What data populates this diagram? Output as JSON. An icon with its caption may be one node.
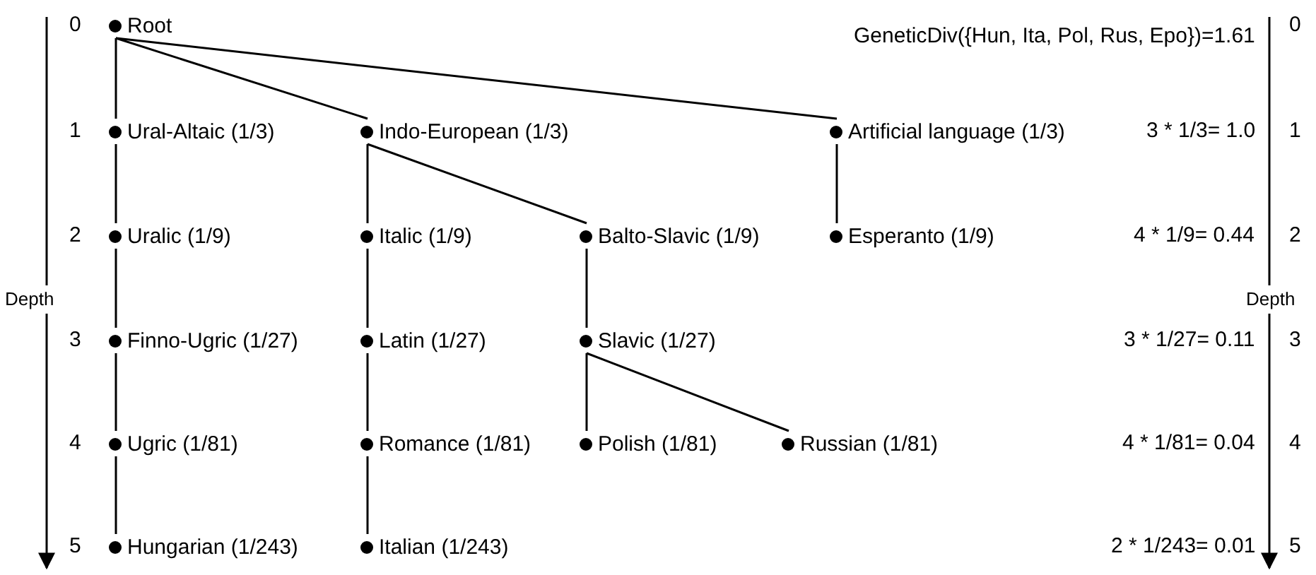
{
  "diagram": {
    "nodes": [
      {
        "text": [
          "Root"
        ]
      },
      {
        "text": [
          "Ural-Altaic (1/3)"
        ]
      },
      {
        "text": [
          "Indo-European (1/3)"
        ]
      },
      {
        "text": [
          "Artificial language (1/3)"
        ]
      },
      {
        "text": [
          "Uralic (1/9)"
        ]
      },
      {
        "text": [
          "Italic (1/9)"
        ]
      },
      {
        "text": [
          "Balto-Slavic (1/9)"
        ]
      },
      {
        "text": [
          "Esperanto (1/9)"
        ]
      },
      {
        "text": [
          "Finno-Ugric (1/27)"
        ]
      },
      {
        "text": [
          "Latin (1/27)"
        ]
      },
      {
        "text": [
          "Slavic (1/27)"
        ]
      },
      {
        "text": [
          "Ugric (1/81)"
        ]
      },
      {
        "text": [
          "Romance (1/81)"
        ]
      },
      {
        "text": [
          "Polish (1/81)"
        ]
      },
      {
        "text": [
          "Russian (1/81)"
        ]
      },
      {
        "text": [
          "Hungarian (1/243)"
        ]
      },
      {
        "text": [
          "Italian (1/243)"
        ]
      }
    ],
    "edges": [
      {
        "from": 0,
        "to": 1,
        "arrow": "none"
      },
      {
        "from": 0,
        "to": 2,
        "arrow": "none"
      },
      {
        "from": 0,
        "to": 3,
        "arrow": "none"
      },
      {
        "from": 1,
        "to": 4,
        "arrow": "none"
      },
      {
        "from": 2,
        "to": 5,
        "arrow": "none"
      },
      {
        "from": 2,
        "to": 6,
        "arrow": "none"
      },
      {
        "from": 3,
        "to": 7,
        "arrow": "none"
      },
      {
        "from": 4,
        "to": 8,
        "arrow": "none"
      },
      {
        "from": 5,
        "to": 9,
        "arrow": "none"
      },
      {
        "from": 6,
        "to": 10,
        "arrow": "none"
      },
      {
        "from": 8,
        "to": 11,
        "arrow": "none"
      },
      {
        "from": 9,
        "to": 12,
        "arrow": "none"
      },
      {
        "from": 10,
        "to": 13,
        "arrow": "none"
      },
      {
        "from": 10,
        "to": 14,
        "arrow": "none"
      },
      {
        "from": 11,
        "to": 15,
        "arrow": "none"
      },
      {
        "from": 12,
        "to": 16,
        "arrow": "none"
      }
    ],
    "labels": [
      "0",
      "GeneticDiv({Hun, Ita, Pol, Rus, Epo})=1.61",
      "0",
      "1",
      "3 * 1/3= 1.0",
      "1",
      "2",
      "4 * 1/9= 0.44",
      "2",
      "Depth",
      "Depth",
      "3",
      "3 * 1/27= 0.11",
      "3",
      "4",
      "4 * 1/81= 0.04",
      "4",
      "5",
      "2 * 1/243= 0.01",
      "5"
    ]
  }
}
